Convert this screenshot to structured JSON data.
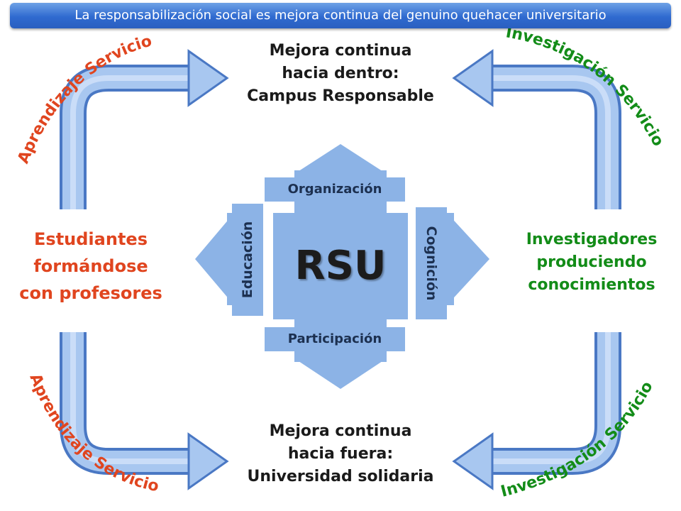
{
  "banner": "La responsabilización social es mejora continua del genuino quehacer universitario",
  "top_block": [
    "Mejora continua",
    "hacia dentro:",
    "Campus Responsable"
  ],
  "bottom_block": [
    "Mejora continua",
    "hacia fuera:",
    "Universidad solidaria"
  ],
  "left_block": [
    "Estudiantes",
    "formándose",
    "con profesores"
  ],
  "right_block": [
    "Investigadores",
    "produciendo",
    "conocimientos"
  ],
  "center": {
    "title": "RSU",
    "top": "Organización",
    "bottom": "Participación",
    "left": "Educación",
    "right": "Cognición"
  },
  "curved_labels": {
    "top_left": "Aprendizaje Servicio",
    "bottom_left": "Aprendizaje Servicio",
    "top_right": "Investigación Servicio",
    "bottom_right": "Investigación Servicio"
  },
  "colors": {
    "arrow_fill": "#8cb3e6",
    "arrow_edge": "#4a78c4",
    "red_text": "#e0451f",
    "green_text": "#138c18",
    "banner": "#2f6ad0"
  }
}
